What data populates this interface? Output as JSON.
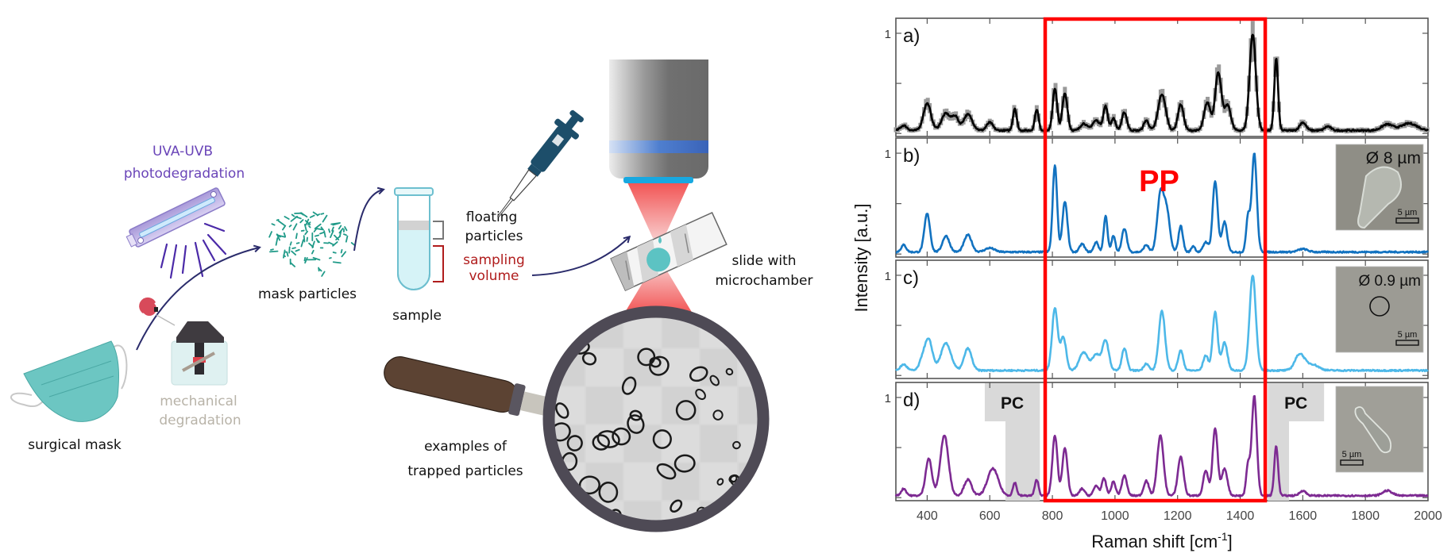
{
  "illustration": {
    "labels": {
      "uv_line1": "UVA-UVB",
      "uv_line2": "photodegradation",
      "mask_particles": "mask particles",
      "mechanical_line1": "mechanical",
      "mechanical_line2": "degradation",
      "surgical_mask": "surgical mask",
      "sample": "sample",
      "floating_line1": "floating",
      "floating_line2": "particles",
      "sampling_line1": "sampling",
      "sampling_line2": "volume",
      "slide_line1": "slide with",
      "slide_line2": "microchamber",
      "examples_line1": "examples of",
      "examples_line2": "trapped particles"
    },
    "colors": {
      "uv_text": "#6a45b8",
      "uv_rays": "#4b2aa8",
      "mask": "#6cc6c2",
      "particles": "#1f9a88",
      "arrow": "#2a2b6b",
      "mechanical_text": "#b8b3a8",
      "sampling_text": "#b01c1c",
      "tube_liquid": "#d6f3f7",
      "laser": "#f25454",
      "objective_band": "#4472c4",
      "objective_base": "#18a8e0",
      "pipette": "#1d4e6a",
      "magnifier_ring": "#4e4a55",
      "handle": "#5c4333",
      "slide_drop": "#5cc3c3"
    }
  },
  "chart_data": {
    "type": "line",
    "xlabel": "Raman shift [cm⁻¹]",
    "xlabel_main": "Raman shift [cm",
    "xlabel_sup": "-1",
    "xlabel_close": "]",
    "ylabel": "Intensity [a.u.]",
    "xlim": [
      300,
      2000
    ],
    "ylim": [
      -0.03,
      1.15
    ],
    "x_ticks": [
      400,
      600,
      800,
      1000,
      1200,
      1400,
      1600,
      1800,
      2000
    ],
    "y_tick_label": "1",
    "highlight_box": {
      "x_range": [
        777,
        1480
      ],
      "label": "PP",
      "color": "#ff0000"
    },
    "shaded_regions": [
      {
        "label": "PC",
        "panel": "d",
        "x_range": [
          650,
          760
        ],
        "label_x_range": [
          584,
          760
        ]
      },
      {
        "label": "PC",
        "panel": "d",
        "x_range": [
          1488,
          1556
        ],
        "label_x_range": [
          1488,
          1668
        ]
      }
    ],
    "panels": [
      {
        "id": "a",
        "label": "a)",
        "color": "#000000",
        "error_color": "#9a9a9a",
        "has_error_bars": true,
        "baseline": 0.03,
        "peaks": [
          [
            325,
            0.05,
            10
          ],
          [
            400,
            0.27,
            12
          ],
          [
            460,
            0.17,
            14
          ],
          [
            490,
            0.13,
            10
          ],
          [
            530,
            0.16,
            14
          ],
          [
            600,
            0.08,
            10
          ],
          [
            680,
            0.22,
            6
          ],
          [
            750,
            0.21,
            6
          ],
          [
            808,
            0.42,
            7
          ],
          [
            840,
            0.37,
            8
          ],
          [
            900,
            0.07,
            10
          ],
          [
            940,
            0.1,
            12
          ],
          [
            970,
            0.24,
            7
          ],
          [
            995,
            0.12,
            7
          ],
          [
            1030,
            0.18,
            8
          ],
          [
            1100,
            0.1,
            8
          ],
          [
            1150,
            0.36,
            12
          ],
          [
            1210,
            0.26,
            9
          ],
          [
            1295,
            0.28,
            10
          ],
          [
            1330,
            0.58,
            10
          ],
          [
            1360,
            0.25,
            10
          ],
          [
            1440,
            0.96,
            10
          ],
          [
            1515,
            0.72,
            6
          ],
          [
            1600,
            0.08,
            10
          ],
          [
            1680,
            0.04,
            10
          ],
          [
            1870,
            0.06,
            18
          ],
          [
            1940,
            0.07,
            25
          ]
        ]
      },
      {
        "id": "b",
        "label": "b)",
        "color": "#1272c0",
        "inset": {
          "caption": "Ø 8 µm",
          "scalebar": "5 µm",
          "bg": "#8f8e86"
        },
        "baseline": 0.02,
        "peaks": [
          [
            325,
            0.07,
            8
          ],
          [
            400,
            0.38,
            9
          ],
          [
            460,
            0.16,
            11
          ],
          [
            530,
            0.17,
            12
          ],
          [
            600,
            0.04,
            15
          ],
          [
            808,
            0.86,
            7
          ],
          [
            840,
            0.5,
            8
          ],
          [
            895,
            0.08,
            8
          ],
          [
            940,
            0.1,
            7
          ],
          [
            970,
            0.36,
            6
          ],
          [
            995,
            0.16,
            6
          ],
          [
            1030,
            0.23,
            8
          ],
          [
            1100,
            0.07,
            8
          ],
          [
            1145,
            0.56,
            10
          ],
          [
            1165,
            0.4,
            10
          ],
          [
            1210,
            0.26,
            7
          ],
          [
            1250,
            0.06,
            6
          ],
          [
            1290,
            0.1,
            8
          ],
          [
            1320,
            0.7,
            8
          ],
          [
            1350,
            0.3,
            8
          ],
          [
            1425,
            0.35,
            6
          ],
          [
            1445,
            0.98,
            8
          ],
          [
            1600,
            0.03,
            15
          ]
        ]
      },
      {
        "id": "c",
        "label": "c)",
        "color": "#4db8e8",
        "inset": {
          "caption": "Ø 0.9 µm",
          "scalebar": "5 µm",
          "bg": "#9c9b94"
        },
        "baseline": 0.05,
        "peaks": [
          [
            325,
            0.06,
            10
          ],
          [
            385,
            0.1,
            10
          ],
          [
            405,
            0.3,
            12
          ],
          [
            460,
            0.27,
            16
          ],
          [
            530,
            0.22,
            12
          ],
          [
            808,
            0.62,
            9
          ],
          [
            835,
            0.33,
            9
          ],
          [
            900,
            0.18,
            14
          ],
          [
            940,
            0.16,
            12
          ],
          [
            970,
            0.3,
            10
          ],
          [
            1030,
            0.22,
            8
          ],
          [
            1100,
            0.07,
            8
          ],
          [
            1150,
            0.59,
            10
          ],
          [
            1210,
            0.2,
            8
          ],
          [
            1290,
            0.15,
            8
          ],
          [
            1320,
            0.58,
            8
          ],
          [
            1350,
            0.28,
            9
          ],
          [
            1440,
            0.95,
            10
          ],
          [
            1590,
            0.16,
            15
          ],
          [
            1630,
            0.06,
            20
          ]
        ]
      },
      {
        "id": "d",
        "label": "d)",
        "color": "#7d2a92",
        "inset": {
          "caption": "",
          "scalebar": "5 µm",
          "bg": "#a09f98"
        },
        "baseline": 0.02,
        "peaks": [
          [
            325,
            0.07,
            8
          ],
          [
            405,
            0.37,
            10
          ],
          [
            455,
            0.6,
            13
          ],
          [
            530,
            0.16,
            12
          ],
          [
            610,
            0.27,
            17
          ],
          [
            680,
            0.13,
            6
          ],
          [
            750,
            0.16,
            6
          ],
          [
            808,
            0.6,
            8
          ],
          [
            840,
            0.48,
            8
          ],
          [
            895,
            0.07,
            8
          ],
          [
            940,
            0.1,
            8
          ],
          [
            965,
            0.17,
            7
          ],
          [
            995,
            0.14,
            7
          ],
          [
            1030,
            0.2,
            8
          ],
          [
            1100,
            0.15,
            8
          ],
          [
            1145,
            0.6,
            10
          ],
          [
            1210,
            0.39,
            9
          ],
          [
            1290,
            0.25,
            8
          ],
          [
            1320,
            0.67,
            8
          ],
          [
            1350,
            0.27,
            9
          ],
          [
            1425,
            0.3,
            6
          ],
          [
            1445,
            1.0,
            8
          ],
          [
            1515,
            0.5,
            6
          ],
          [
            1600,
            0.05,
            10
          ],
          [
            1870,
            0.05,
            15
          ]
        ]
      }
    ]
  }
}
